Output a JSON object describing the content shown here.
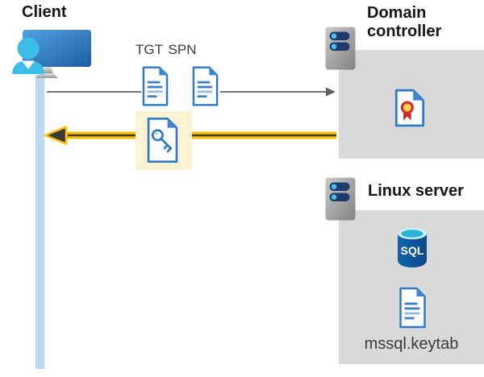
{
  "client": {
    "label": "Client"
  },
  "flow": {
    "tgt_label": "TGT",
    "spn_label": "SPN"
  },
  "domain_controller": {
    "label": "Domain controller"
  },
  "linux_server": {
    "label": "Linux server",
    "keytab_label": "mssql.keytab"
  },
  "sql_database": {
    "icon_text": "SQL"
  },
  "colors": {
    "arrow_gray": "#616161",
    "arrow_yellow": "#FFC000",
    "arrow_core": "#3B3B3B",
    "highlight_yellow": "#FBF3D1",
    "container_gray": "#D9D9D9",
    "lifeline_blue": "#BED7F6",
    "doc_blue": "#2F7AC6",
    "server_slot_navy": "#1E3A6E",
    "server_dot_cyan": "#45C1E8",
    "sql_body_blue": "#0F5AA6",
    "sql_top_cyan": "#29B3D4",
    "cert_seal_yellow": "#FFD34D",
    "cert_ribbon_red": "#C5292B",
    "monitor_blue": "#2E75B6",
    "person_cyan": "#3CBEE8"
  }
}
